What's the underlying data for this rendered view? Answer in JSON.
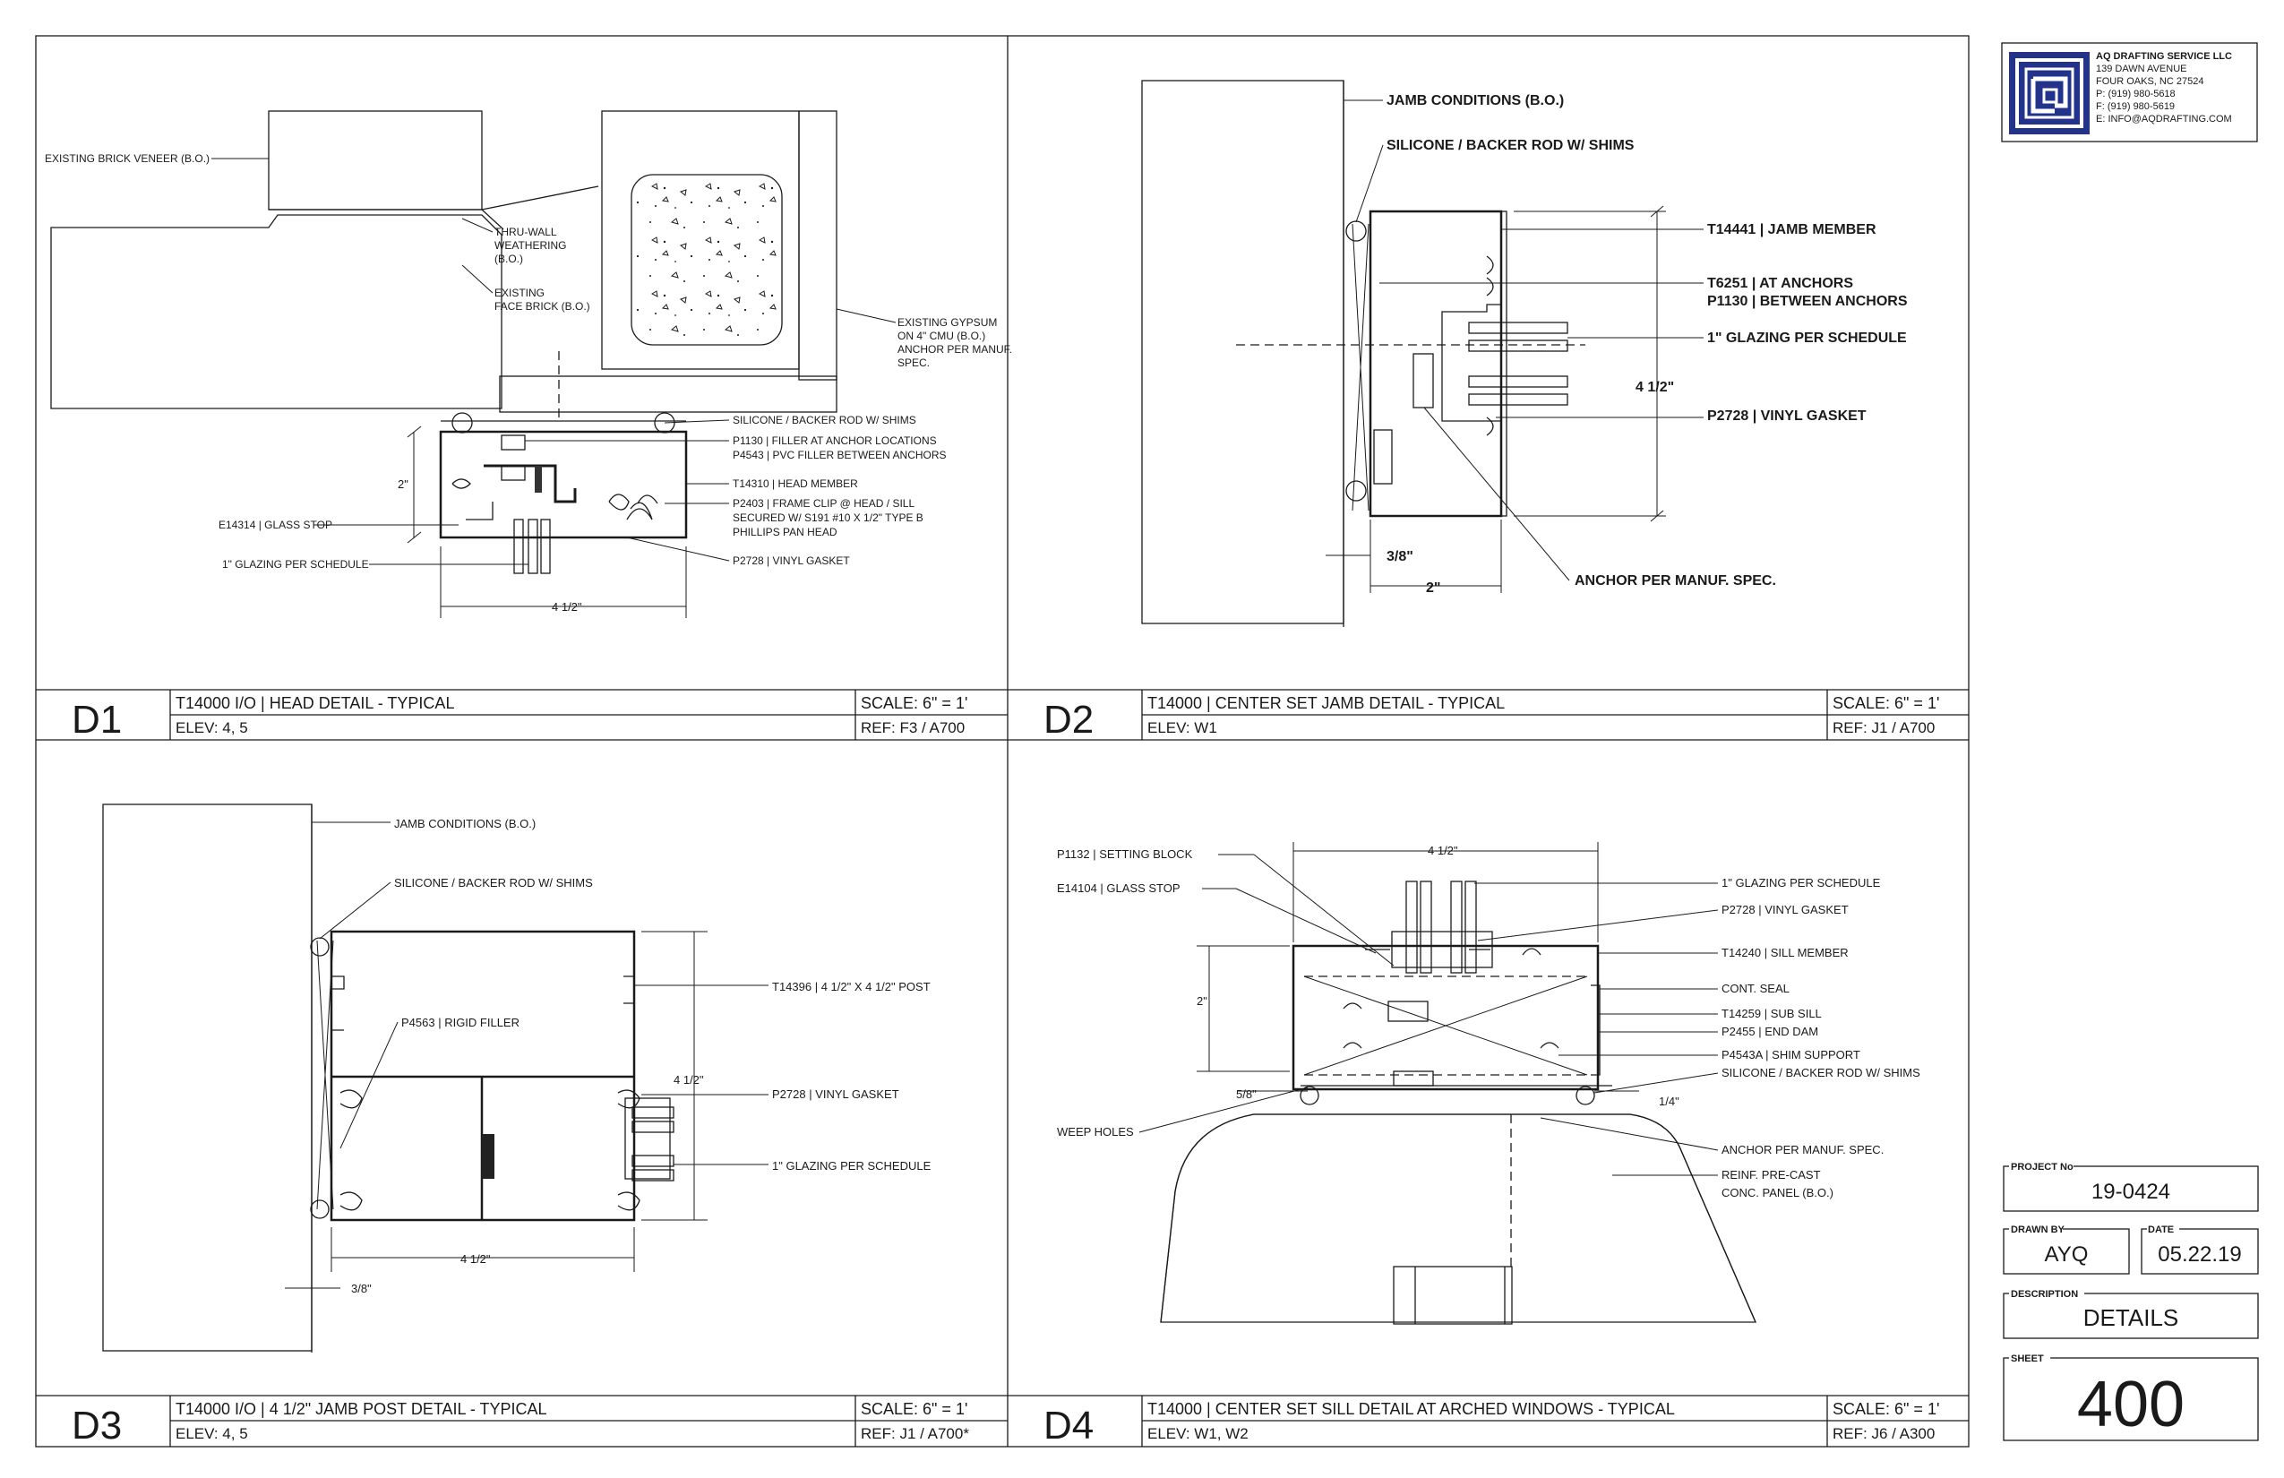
{
  "title_block": {
    "company": {
      "name": "AQ DRAFTING SERVICE LLC",
      "address1": "139 DAWN AVENUE",
      "address2": "FOUR OAKS, NC  27524",
      "phone": "P: (919) 980-5618",
      "fax": "F: (919) 980-5619",
      "email": "E: INFO@AQDRAFTING.COM"
    },
    "project_label": "PROJECT No",
    "project_value": "19-0424",
    "drawn_label": "DRAWN BY",
    "drawn_value": "AYQ",
    "date_label": "DATE",
    "date_value": "05.22.19",
    "description_label": "DESCRIPTION",
    "description_value": "DETAILS",
    "sheet_label": "SHEET",
    "sheet_value": "400"
  },
  "details": [
    {
      "id": "D1",
      "title": "T14000 I/O  |  HEAD DETAIL - TYPICAL",
      "elev": "ELEV: 4, 5",
      "scale": "SCALE: 6\" = 1'",
      "ref": "REF: F3 / A700",
      "notes": {
        "brick_veneer": "EXISTING BRICK VENEER (B.O.)",
        "thru_wall_1": "THRU-WALL",
        "thru_wall_2": "WEATHERING",
        "thru_wall_3": "(B.O.)",
        "face_brick_1": "EXISTING",
        "face_brick_2": "FACE BRICK (B.O.)",
        "gypsum_1": "EXISTING GYPSUM",
        "gypsum_2": "ON 4\" CMU (B.O.)",
        "gypsum_3": "ANCHOR PER MANUF.",
        "gypsum_4": "SPEC.",
        "silicone": "SILICONE / BACKER ROD W/ SHIMS",
        "p1130": "P1130  |  FILLER AT ANCHOR LOCATIONS",
        "p4543": "P4543  |  PVC FILLER BETWEEN ANCHORS",
        "t14310": "T14310  |  HEAD MEMBER",
        "p2403_1": "P2403  |  FRAME CLIP @ HEAD / SILL",
        "p2403_2": "SECURED W/ S191 #10 X 1/2\" TYPE B",
        "p2403_3": "PHILLIPS PAN HEAD",
        "p2728": "P2728  |  VINYL GASKET",
        "e14314": "E14314  |  GLASS STOP",
        "glazing": "1\" GLAZING PER SCHEDULE",
        "dim_2": "2\"",
        "dim_412": "4 1/2\""
      }
    },
    {
      "id": "D2",
      "title": "T14000  |  CENTER SET JAMB DETAIL - TYPICAL",
      "elev": "ELEV: W1",
      "scale": "SCALE: 6\" = 1'",
      "ref": "REF: J1 / A700",
      "notes": {
        "jamb_cond": "JAMB CONDITIONS (B.O.)",
        "silicone": "SILICONE / BACKER ROD W/ SHIMS",
        "t14441": "T14441  |  JAMB MEMBER",
        "t6251": "T6251  |  AT ANCHORS",
        "p1130": "P1130  |  BETWEEN ANCHORS",
        "glazing": "1\" GLAZING PER SCHEDULE",
        "p2728": "P2728  |  VINYL GASKET",
        "dim_412": "4 1/2\"",
        "dim_38": "3/8\"",
        "dim_2": "2\"",
        "anchor": "ANCHOR PER MANUF. SPEC."
      }
    },
    {
      "id": "D3",
      "title": "T14000 I/O  |  4 1/2\" JAMB POST DETAIL - TYPICAL",
      "elev": "ELEV: 4, 5",
      "scale": "SCALE: 6\" = 1'",
      "ref": "REF: J1 / A700*",
      "notes": {
        "jamb_cond": "JAMB CONDITIONS (B.O.)",
        "silicone": "SILICONE / BACKER ROD W/ SHIMS",
        "t14396": "T14396  |  4 1/2\" X 4 1/2\" POST",
        "p4563": "P4563  |  RIGID FILLER",
        "p2728": "P2728  |  VINYL GASKET",
        "glazing": "1\" GLAZING PER SCHEDULE",
        "dim_412_v": "4 1/2\"",
        "dim_412_h": "4 1/2\"",
        "dim_38": "3/8\""
      }
    },
    {
      "id": "D4",
      "title": "T14000  |  CENTER SET SILL DETAIL AT ARCHED WINDOWS - TYPICAL",
      "elev": "ELEV: W1, W2",
      "scale": "SCALE: 6\" = 1'",
      "ref": "REF: J6 / A300",
      "notes": {
        "p1132": "P1132  |  SETTING BLOCK",
        "e14104": "E14104  |  GLASS STOP",
        "dim_412": "4 1/2\"",
        "glazing": "1\" GLAZING PER SCHEDULE",
        "p2728": "P2728  |  VINYL GASKET",
        "t14240": "T14240  |  SILL MEMBER",
        "cont_seal": "CONT. SEAL",
        "t14259": "T14259  |  SUB SILL",
        "p2455": "P2455  |  END DAM",
        "p4543a": "P4543A  |  SHIM SUPPORT",
        "silicone": "SILICONE / BACKER ROD W/ SHIMS",
        "dim_2": "2\"",
        "dim_58": "5/8\"",
        "dim_14": "1/4\"",
        "weep": "WEEP HOLES",
        "anchor": "ANCHOR PER MANUF. SPEC.",
        "reinf_1": "REINF. PRE-CAST",
        "reinf_2": "CONC. PANEL (B.O.)"
      }
    }
  ]
}
